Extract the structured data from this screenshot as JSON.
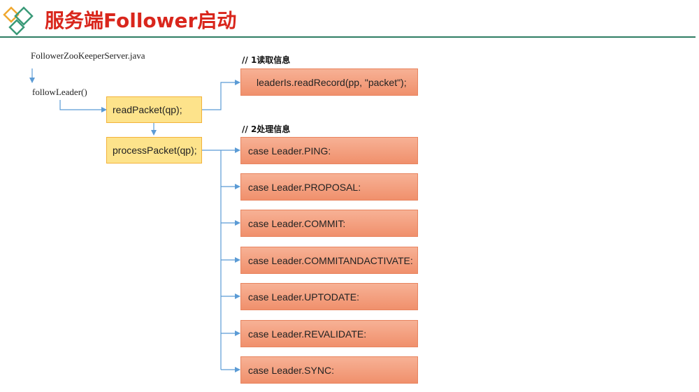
{
  "header": {
    "title": "服务端Follower启动",
    "logo_icon": "diamond-logo-icon",
    "accent_color": "#d9261c",
    "rule_color": "#2e7d63"
  },
  "diagram": {
    "source_file": "FollowerZooKeeperServer.java",
    "method": "followLeader()",
    "read_packet": "readPacket(qp);",
    "process_packet": "processPacket(qp);",
    "comment_read": "// 1读取信息",
    "comment_process": "// 2处理信息",
    "read_record": "leaderIs.readRecord(pp, \"packet\");",
    "cases": [
      "case Leader.PING:",
      "case Leader.PROPOSAL:",
      "case Leader.COMMIT:",
      "case Leader.COMMITANDACTIVATE:",
      "case Leader.UPTODATE:",
      "case Leader.REVALIDATE:",
      "case Leader.SYNC:"
    ],
    "colors": {
      "yellow_box": "#fde38b",
      "orange_box": "#f0906c",
      "connector": "#5b9bd5"
    }
  }
}
